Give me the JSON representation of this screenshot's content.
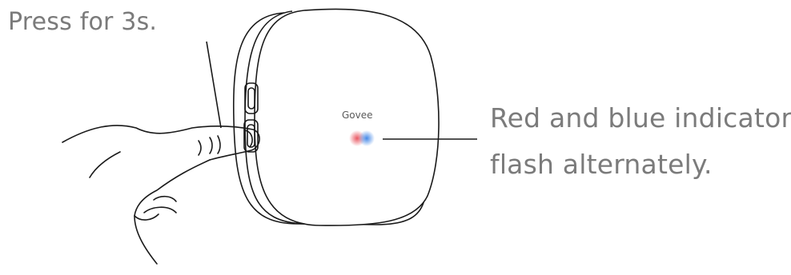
{
  "instruction": {
    "press_label": "Press for 3s.",
    "indicator_line1": "Red and blue indicator",
    "indicator_line2": "flash alternately."
  },
  "device": {
    "brand": "Govee"
  },
  "colors": {
    "text": "#7b7b7b",
    "outline": "#1a1a1a",
    "indicator_red": "#e8505b",
    "indicator_blue": "#3b82e6"
  },
  "icons": {
    "hand": "pointing-hand-icon",
    "hub": "round-hub-device",
    "button": "side-button-icon"
  }
}
